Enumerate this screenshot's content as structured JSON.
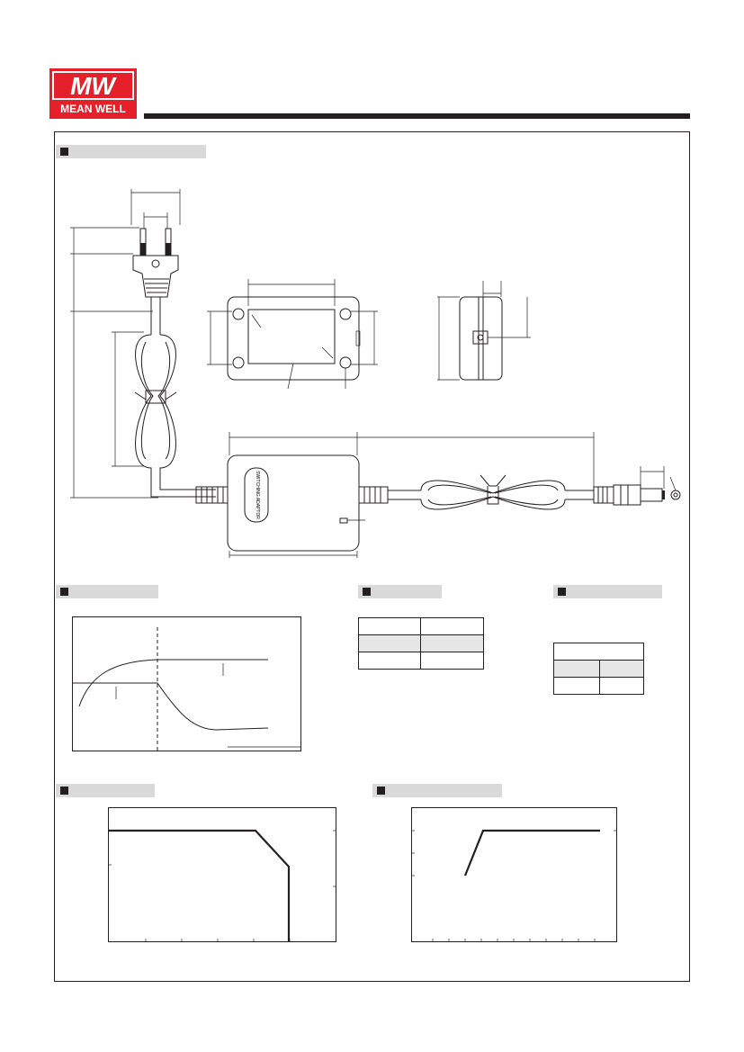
{
  "brand": {
    "logo_mark": "MW",
    "name": "MEAN WELL",
    "color": "#e5202a"
  },
  "sections": {
    "mechanical": "",
    "block_diagram": "",
    "plug_table": "",
    "efficiency": "",
    "derating": "",
    "output_derating": ""
  },
  "drawing": {
    "housing_label": "SWITCHING ADAPTOR"
  },
  "icons": [
    "meanwell-logo",
    "section-square-icon"
  ]
}
